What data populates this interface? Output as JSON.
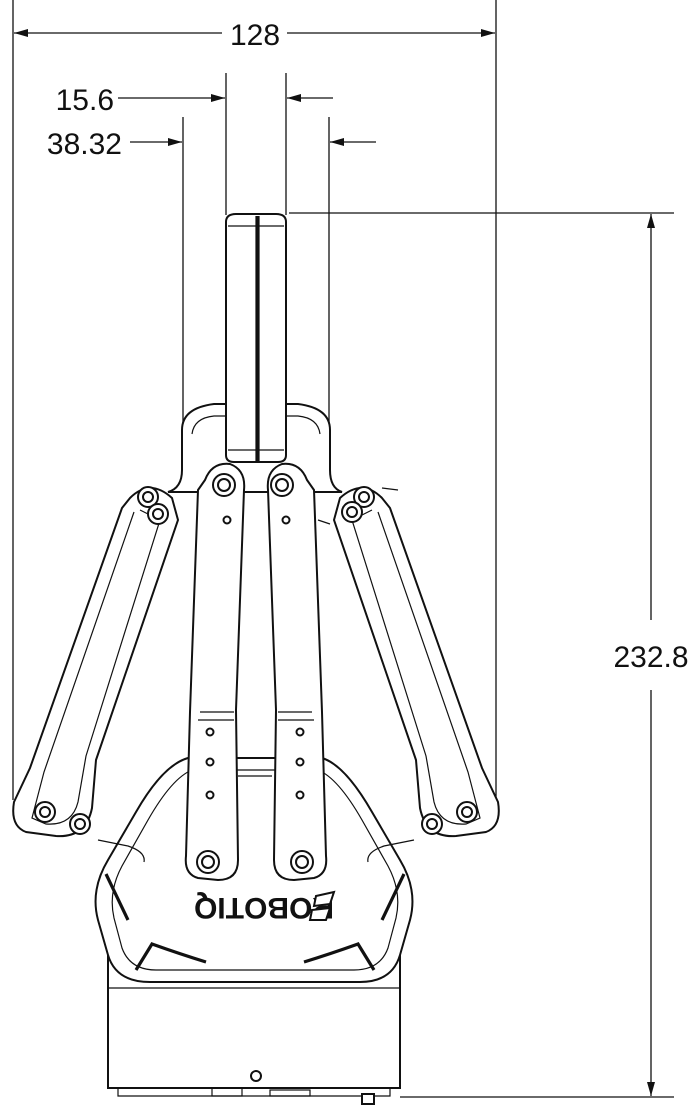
{
  "dimensions": {
    "total_width": "128",
    "finger_width": "15.6",
    "palm_width": "38.32",
    "total_height": "232.8"
  },
  "logo": {
    "text": "ROBOTIQ"
  },
  "colors": {
    "line": "#111111",
    "background": "#ffffff"
  }
}
